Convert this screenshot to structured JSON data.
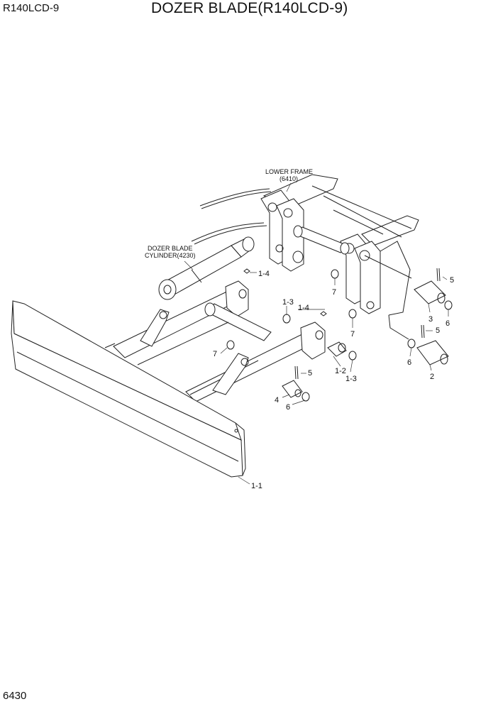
{
  "header": {
    "model": "R140LCD-9",
    "title": "DOZER BLADE(R140LCD-9)"
  },
  "footer": {
    "page_number": "6430"
  },
  "callouts": {
    "lower_frame": [
      "LOWER FRAME",
      "(6410)"
    ],
    "dozer_cylinder": [
      "DOZER BLADE",
      "CYLINDER(4230)"
    ],
    "parts": [
      {
        "id": "p-1-1",
        "label": "1-1"
      },
      {
        "id": "p-1-2",
        "label": "1-2"
      },
      {
        "id": "p-1-3a",
        "label": "1-3"
      },
      {
        "id": "p-1-3b",
        "label": "1-3"
      },
      {
        "id": "p-1-4a",
        "label": "1-4"
      },
      {
        "id": "p-1-4b",
        "label": "1-4"
      },
      {
        "id": "p-2",
        "label": "2"
      },
      {
        "id": "p-3",
        "label": "3"
      },
      {
        "id": "p-4",
        "label": "4"
      },
      {
        "id": "p-5a",
        "label": "5"
      },
      {
        "id": "p-5b",
        "label": "5"
      },
      {
        "id": "p-5c",
        "label": "5"
      },
      {
        "id": "p-6a",
        "label": "6"
      },
      {
        "id": "p-6b",
        "label": "6"
      },
      {
        "id": "p-6c",
        "label": "6"
      },
      {
        "id": "p-7a",
        "label": "7"
      },
      {
        "id": "p-7b",
        "label": "7"
      },
      {
        "id": "p-7c",
        "label": "7"
      }
    ]
  }
}
